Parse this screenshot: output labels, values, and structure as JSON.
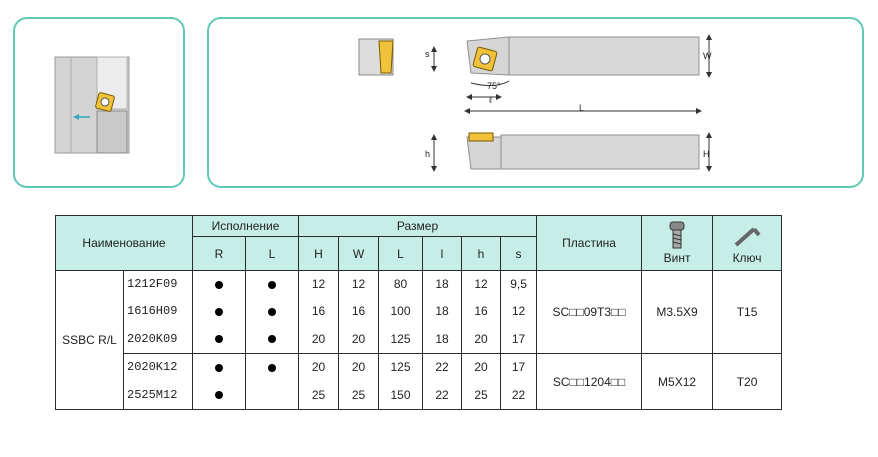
{
  "colors": {
    "panel_border": "#5fc9b8",
    "header_bg": "#c6eee6",
    "insert_gold": "#f0c23a"
  },
  "drawing": {
    "labels": {
      "s": "s",
      "w": "W",
      "l_small": "ℓ",
      "angle": "75°",
      "L": "L",
      "h": "h",
      "H": "H"
    }
  },
  "table": {
    "headers": {
      "name": "Наименование",
      "execution": "Исполнение",
      "size": "Размер",
      "insert": "Пластина",
      "screw": "Винт",
      "key": "Ключ"
    },
    "subheaders": {
      "R": "R",
      "L": "L",
      "H": "H",
      "W": "W",
      "Ldim": "L",
      "l": "l",
      "h": "h",
      "s": "s"
    },
    "icons": {
      "screw": "screw-icon",
      "key": "torx-key-icon"
    },
    "series": "SSBC R/L",
    "groups": [
      {
        "codes": [
          "1212F09",
          "1616H09",
          "2020K09"
        ],
        "R": [
          true,
          true,
          true
        ],
        "L": [
          true,
          true,
          true
        ],
        "H": [
          "12",
          "16",
          "20"
        ],
        "W": [
          "12",
          "16",
          "20"
        ],
        "Ldim": [
          "80",
          "100",
          "125"
        ],
        "l": [
          "18",
          "18",
          "18"
        ],
        "h": [
          "12",
          "16",
          "20"
        ],
        "s": [
          "9,5",
          "12",
          "17"
        ],
        "insert": "SC□□09T3□□",
        "screw": "M3.5X9",
        "key": "T15"
      },
      {
        "codes": [
          "2020K12",
          "2525M12"
        ],
        "R": [
          true,
          true
        ],
        "L": [
          true,
          false
        ],
        "H": [
          "20",
          "25"
        ],
        "W": [
          "20",
          "25"
        ],
        "Ldim": [
          "125",
          "150"
        ],
        "l": [
          "22",
          "22"
        ],
        "h": [
          "20",
          "25"
        ],
        "s": [
          "17",
          "22"
        ],
        "insert": "SC□□1204□□",
        "screw": "M5X12",
        "key": "T20"
      }
    ]
  }
}
